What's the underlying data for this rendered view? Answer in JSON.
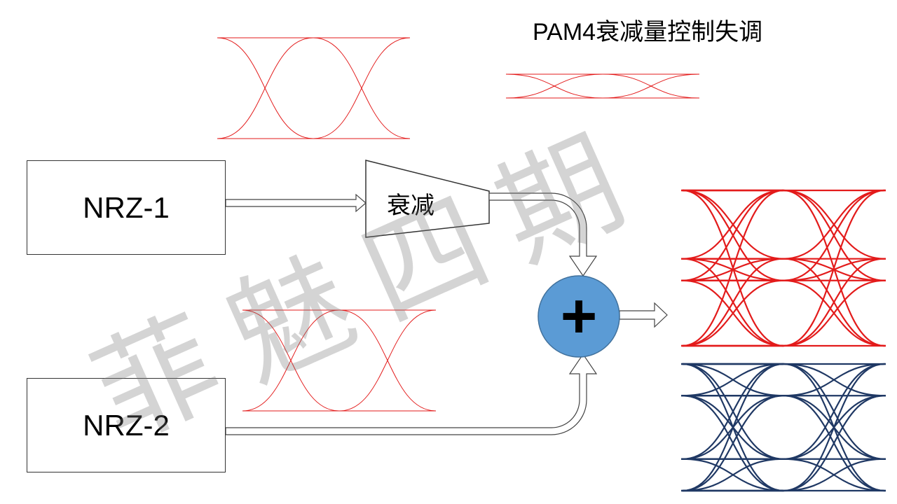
{
  "slide": {
    "title": "PAM4衰减量控制失调",
    "watermark": "菲魅四期"
  },
  "blocks": {
    "nrz1_label": "NRZ-1",
    "nrz2_label": "NRZ-2",
    "attenuator_label": "衰减",
    "adder_symbol": "+"
  },
  "colors": {
    "eye_red": "#e31b1b",
    "eye_navy": "#1f3864",
    "adder_fill": "#5b9bd5",
    "adder_stroke": "#41719c"
  },
  "eyes": {
    "output_pam4_red_levels": [
      0,
      0.42,
      0.56,
      1
    ],
    "output_pam4_navy_levels": [
      0,
      0.25,
      0.75,
      1
    ]
  }
}
